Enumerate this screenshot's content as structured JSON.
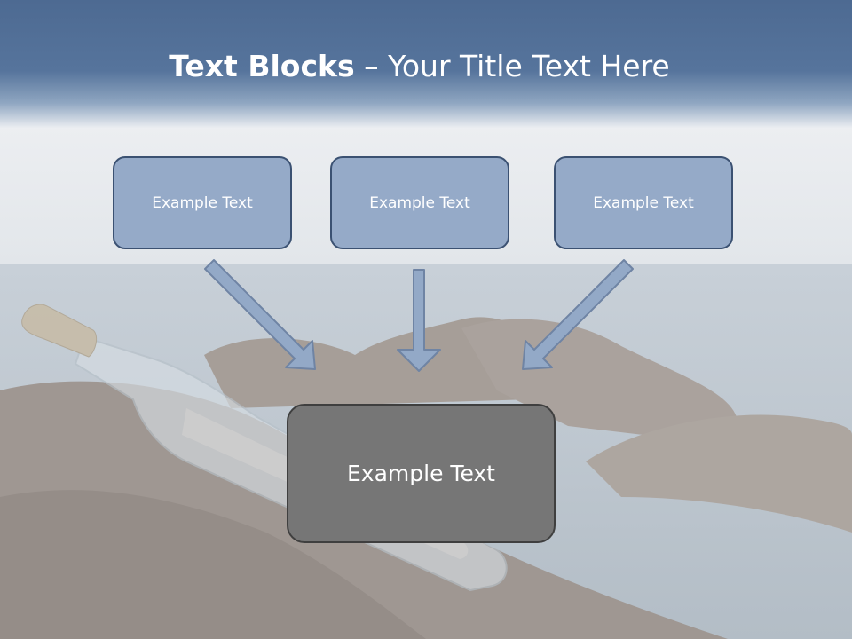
{
  "slide": {
    "title_bold": "Text Blocks",
    "title_rest": " – Your Title Text Here"
  },
  "blocks": [
    {
      "label": "Example Text"
    },
    {
      "label": "Example Text"
    },
    {
      "label": "Example Text"
    }
  ],
  "target": {
    "label": "Example Text"
  },
  "colors": {
    "header": "#4d6a92",
    "block_fill": "#95aac8",
    "block_border": "#3b5172",
    "target_fill": "#767676",
    "arrow_fill": "#93a9c7"
  }
}
